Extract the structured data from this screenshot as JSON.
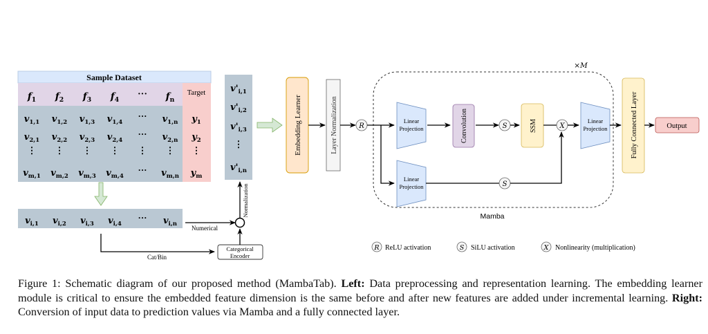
{
  "dataset": {
    "title": "Sample Dataset",
    "features": [
      "f1",
      "f2",
      "f3",
      "f4",
      "...",
      "fn"
    ],
    "target_label": "Target",
    "rows": [
      [
        "v1,1",
        "v1,2",
        "v1,3",
        "v1,4",
        "...",
        "v1,n",
        "y1"
      ],
      [
        "v2,1",
        "v2,2",
        "v2,3",
        "v2,4",
        "...",
        "v2,n",
        "y2"
      ],
      [
        "⋮",
        "⋮",
        "⋮",
        "⋮",
        "⋮",
        "⋮",
        "⋮"
      ],
      [
        "vm,1",
        "vm,2",
        "vm,3",
        "vm,4",
        "...",
        "vm,n",
        "ym"
      ]
    ]
  },
  "sample_row": [
    "vi,1",
    "vi,2",
    "vi,3",
    "vi,4",
    "...",
    "vi,n"
  ],
  "normalized_column": [
    "v'i,1",
    "v'i,2",
    "v'i,3",
    "⋮",
    "v'i,n"
  ],
  "edge_labels": {
    "numerical": "Numerical",
    "cat_bin": "Cat/Bin",
    "normalization": "Normalization"
  },
  "blocks": {
    "categorical_encoder": [
      "Categorical",
      "Encoder"
    ],
    "embedding_learner": "Embedding Learner",
    "layer_normalization": "Layer Normalization",
    "linear_projection": [
      "Linear",
      "Projection"
    ],
    "convolution": "Convolution",
    "ssm": "SSM",
    "fully_connected": "Fully Connected Layer",
    "output": "Output",
    "mamba_label": "Mamba",
    "repeat_label": "×M"
  },
  "ops": {
    "relu": "R",
    "silu": "S",
    "mult": "X"
  },
  "legend": [
    {
      "symbol": "R",
      "label": "ReLU activation"
    },
    {
      "symbol": "S",
      "label": "SiLU activation"
    },
    {
      "symbol": "X",
      "label": "Nonlinearity (multiplication)"
    }
  ],
  "colors": {
    "title_bar": "#dae8fc",
    "feature_header": "#e1d5e7",
    "values": "#bac8d3",
    "target": "#f8cecc",
    "embedding": "#ffe6cc",
    "embedding_border": "#d79b00",
    "layernorm": "#f5f5f5",
    "projection": "#dae8fc",
    "projection_border": "#6c8ebf",
    "convolution": "#e1d5e7",
    "convolution_border": "#9673a6",
    "ssm": "#fff2cc",
    "ssm_border": "#d6b656",
    "output": "#f8cecc",
    "output_border": "#b85450",
    "green_arrow": "#d5e8d4",
    "green_arrow_border": "#82b366"
  },
  "caption": {
    "prefix": "Figure 1: Schematic diagram of our proposed method (MambaTab). ",
    "left_label": "Left:",
    "left_text": " Data preprocessing and representation learning. The embedding learner module is critical to ensure the embedded feature dimension is the same before and after new features are added under incremental learning. ",
    "right_label": "Right:",
    "right_text": " Conversion of input data to prediction values via Mamba and a fully connected layer."
  }
}
